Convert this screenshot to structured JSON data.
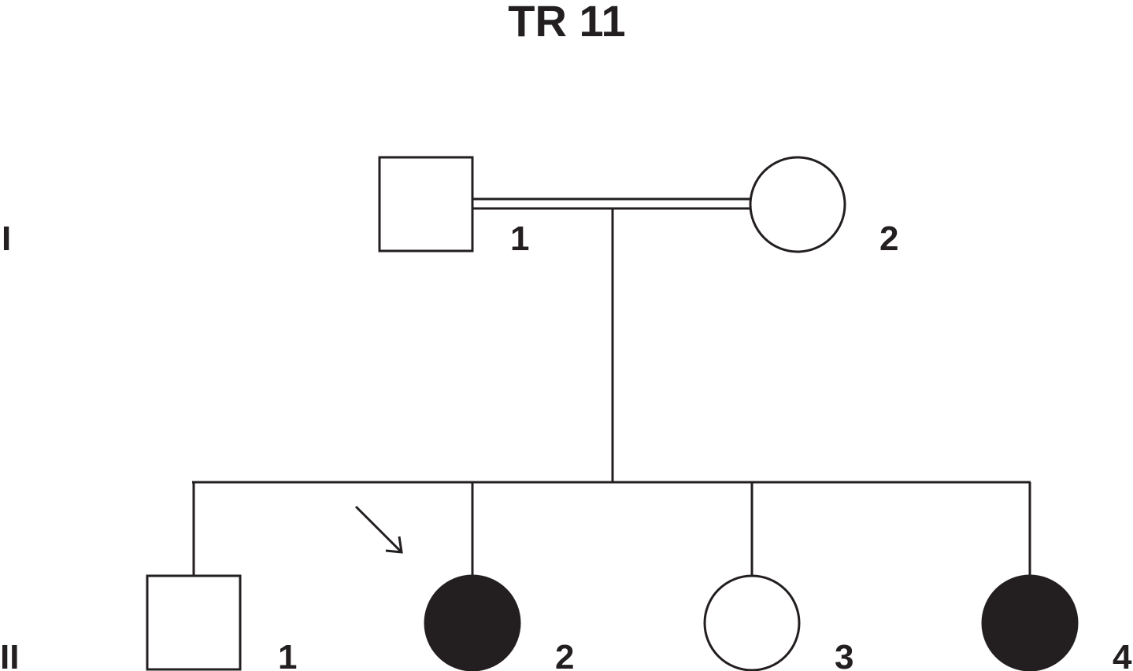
{
  "title": "TR 11",
  "generations": [
    {
      "label": "I",
      "members": [
        {
          "number": "1",
          "sex": "male",
          "affected": false
        },
        {
          "number": "2",
          "sex": "female",
          "affected": false
        }
      ]
    },
    {
      "label": "II",
      "members": [
        {
          "number": "1",
          "sex": "male",
          "affected": false
        },
        {
          "number": "2",
          "sex": "female",
          "affected": true,
          "proband": true
        },
        {
          "number": "3",
          "sex": "female",
          "affected": false
        },
        {
          "number": "4",
          "sex": "female",
          "affected": true
        }
      ]
    }
  ],
  "relationships": {
    "I-1_I-2": "consanguineous"
  },
  "colors": {
    "line": "#231f20",
    "affected_fill": "#231f20"
  }
}
